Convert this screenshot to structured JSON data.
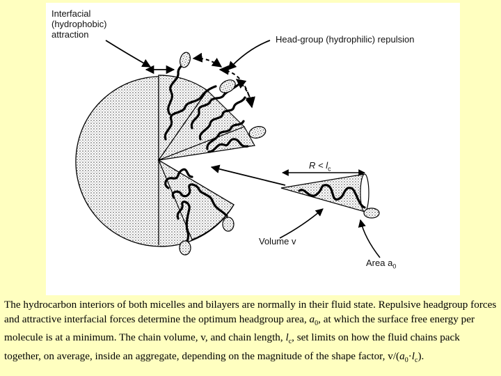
{
  "figure": {
    "label_interfacial": [
      "Interfacial",
      "(hydrophobic)",
      "attraction"
    ],
    "label_headgroup": "Head-group (hydrophilic) repulsion",
    "label_r": "R < l",
    "label_r_sub": "c",
    "label_volume": "Volume v",
    "label_area": "Area a",
    "label_area_sub": "0"
  },
  "caption": {
    "s1": "The hydrocarbon interiors of both micelles and bilayers are normally in their fluid state. Repulsive headgroup forces and attractive interfacial forces determine the optimum headgroup area, ",
    "a": "a",
    "a_sub": "0",
    "s2": ", at which the surface free energy per molecule is at a minimum. The chain volume, v, and chain length, ",
    "l": "l",
    "l_sub": "c",
    "s3": ", set limits on how the fluid chains pack together, on average, inside an aggregate, depending on the magnitude of the shape factor, v/(",
    "a2": "a",
    "a2_sub": "0",
    "dot": "·",
    "l2": "l",
    "l2_sub": "c",
    "s4": ")."
  }
}
